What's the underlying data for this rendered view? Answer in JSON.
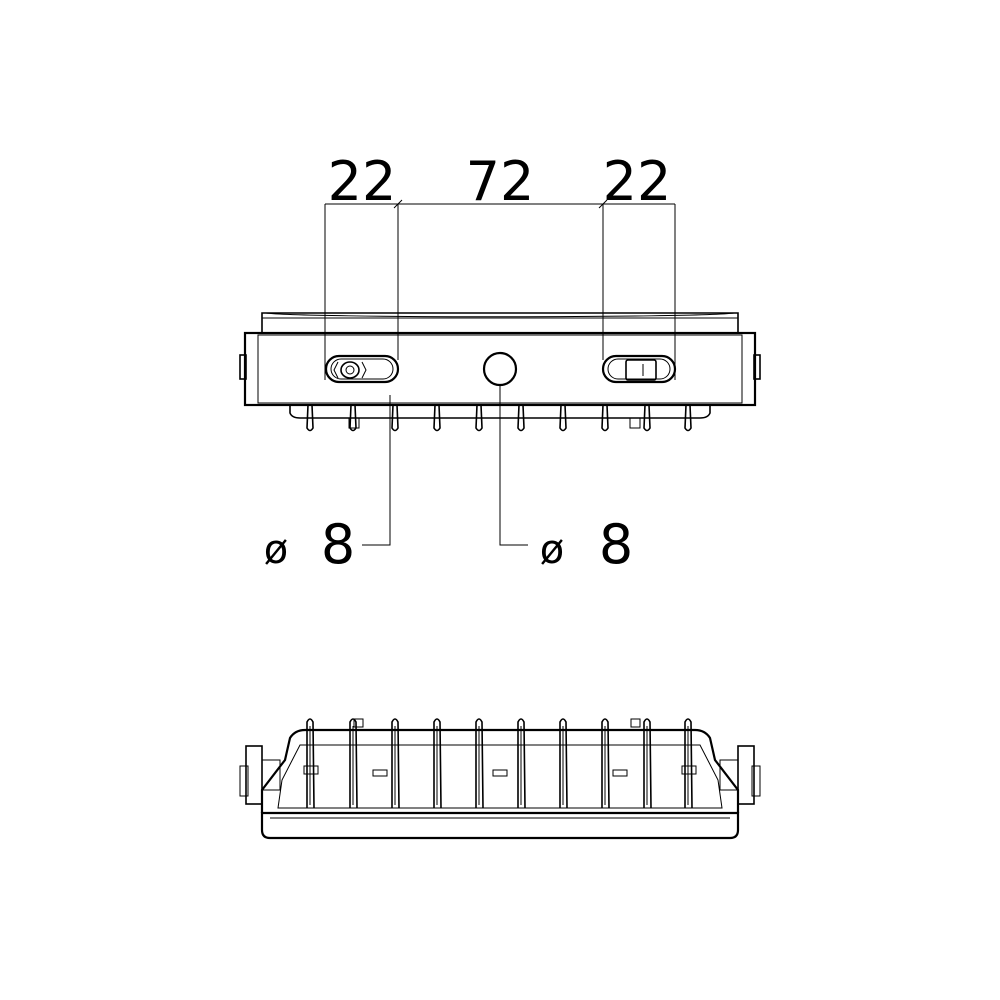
{
  "dimensions": {
    "left_spacing": "22",
    "center_spacing": "72",
    "right_spacing": "22"
  },
  "callouts": {
    "left_diameter_symbol": "ø",
    "left_diameter_value": "8",
    "center_diameter_symbol": "ø",
    "center_diameter_value": "8"
  }
}
